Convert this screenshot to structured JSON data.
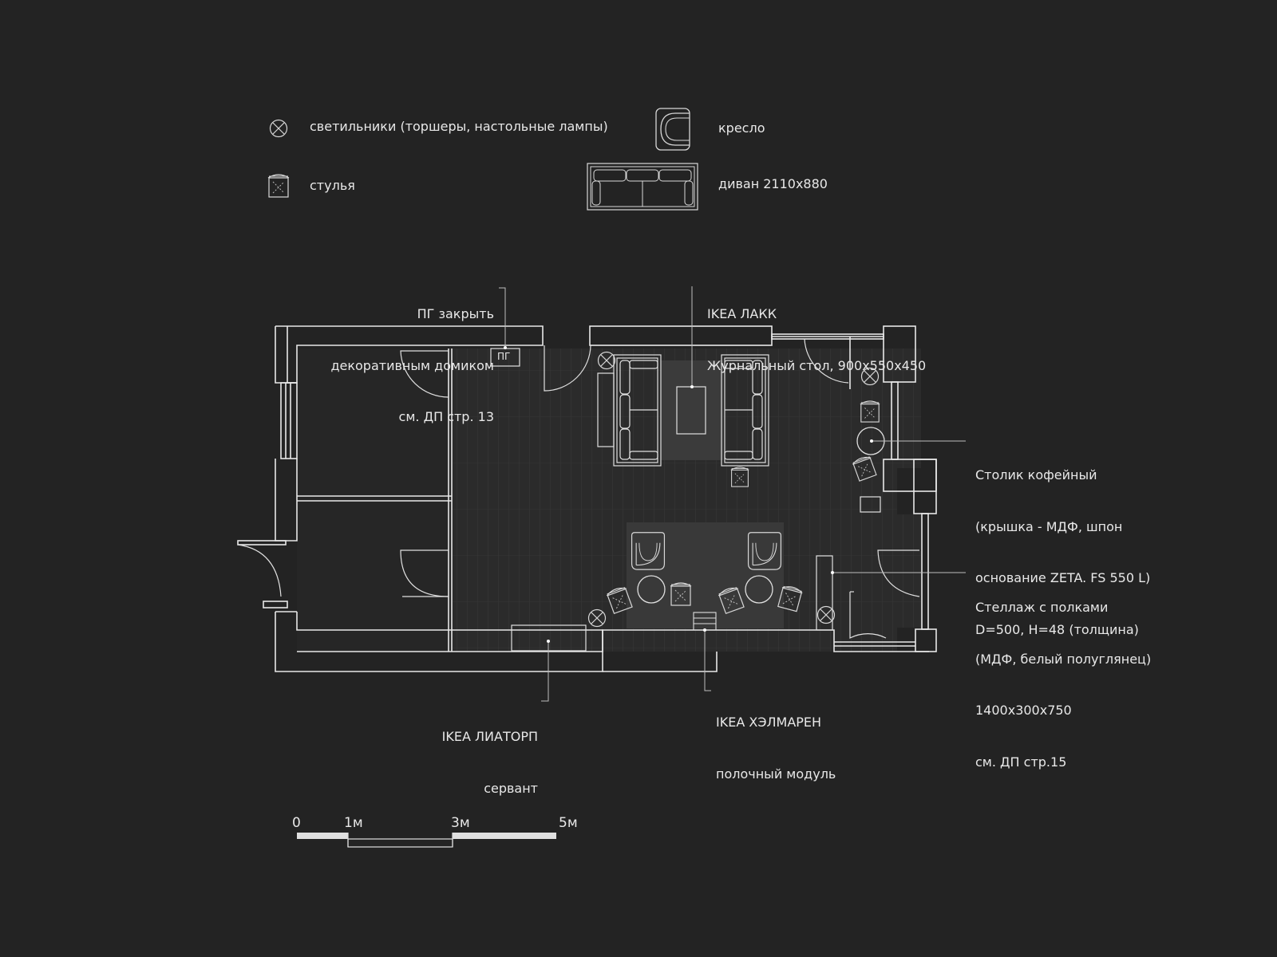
{
  "legend": {
    "lamps": "светильники (торшеры, настольные лампы)",
    "chairs": "стулья",
    "armchair": "кресло",
    "sofa": "диван 2110x880"
  },
  "annotations": {
    "pg": [
      "ПГ закрыть",
      "декоративным домиком",
      "см. ДП стр. 13"
    ],
    "pg_tag": "ПГ",
    "lack": [
      "IKEA ЛАКК",
      "Журнальный стол, 900x550x450"
    ],
    "coffee": [
      "Столик кофейный",
      "(крышка - МДФ, шпон",
      "основание ZETA. FS 550 L)",
      "D=500, H=48 (толщина)"
    ],
    "shelf": [
      "Стеллаж с полками",
      "(МДФ, белый полуглянец)",
      "1400x300x750",
      "см. ДП стр.15"
    ],
    "liatorp": [
      "IKEA ЛИАТОРП",
      "сервант"
    ],
    "hjalmaren": [
      "IKEA ХЭЛМАРЕН",
      "полочный модуль"
    ]
  },
  "scale": {
    "labels": [
      "0",
      "1м",
      "3м",
      "5м"
    ]
  },
  "colors": {
    "background": "#232323",
    "line": "#e8e8e8",
    "floor": "#2a2a2a",
    "rug": "#3a3a3a"
  },
  "icons": [
    "lamp-icon",
    "chair-icon",
    "armchair-icon",
    "sofa-icon"
  ]
}
